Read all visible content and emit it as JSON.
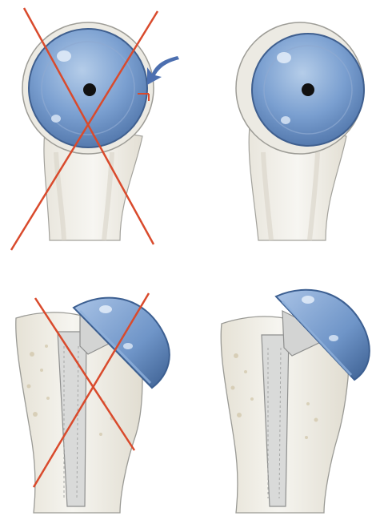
{
  "figure": {
    "colors": {
      "background": "#ffffff",
      "bone_fill": "#f2f1ec",
      "bone_stroke": "#9a9a95",
      "cortex_shadow": "#ddd9cf",
      "marrow_speckle": "#c9bb99",
      "implant_blue": "#6f95c8",
      "implant_blue_dark": "#3c5f91",
      "implant_blue_light": "#a9c3e6",
      "stem_metal": "#d9dad9",
      "stem_stroke": "#8e8f8e",
      "hole_black": "#111111",
      "cross_red": "#d94a2c",
      "arrow_blue": "#4c6fb0"
    },
    "panels": [
      {
        "id": "top-left",
        "view": "frontal",
        "crossed_out": true,
        "shows_arrow": true,
        "shows_red_marker": true
      },
      {
        "id": "top-right",
        "view": "frontal",
        "crossed_out": false,
        "shows_arrow": false,
        "shows_red_marker": false
      },
      {
        "id": "bottom-left",
        "view": "side",
        "crossed_out": true,
        "shows_arrow": false,
        "shows_red_marker": false
      },
      {
        "id": "bottom-right",
        "view": "side",
        "crossed_out": false,
        "shows_arrow": false,
        "shows_red_marker": false
      }
    ]
  }
}
